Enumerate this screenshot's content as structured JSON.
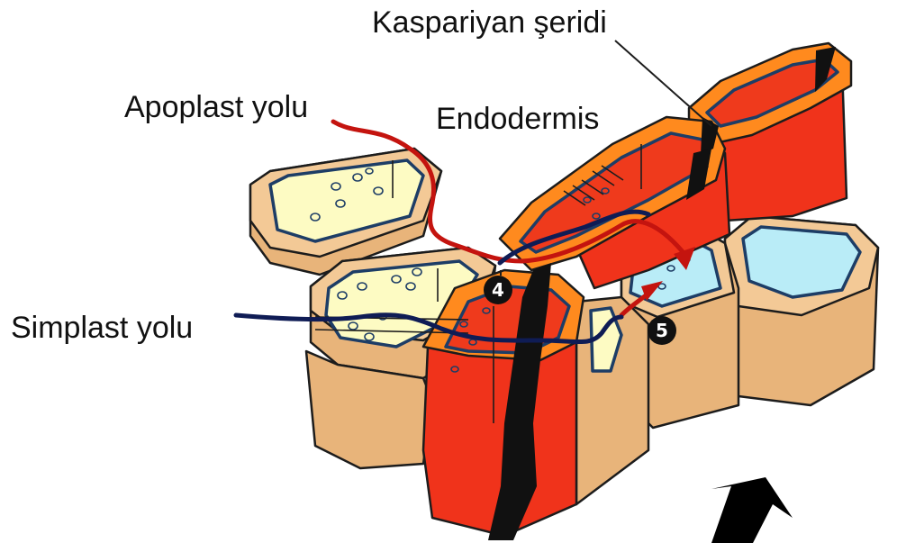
{
  "labels": {
    "casparian_strip": "Kaspariyan şeridi",
    "apoplast_route": "Apoplast yolu",
    "endodermis": "Endodermis",
    "symplast_route": "Simplast yolu"
  },
  "markers": {
    "step_4": "4",
    "step_5": "5"
  },
  "colors": {
    "cell_wall": "#e8b47a",
    "cortex_cytoplasm": "#fdfbc3",
    "stele_cytoplasm": "#b9ecf7",
    "endodermis_cell": "#f0331b",
    "endodermis_wall": "#ff8a1e",
    "casparian_strip": "#111111",
    "apoplast_path": "#c4140f",
    "symplast_path": "#0f1c55"
  }
}
